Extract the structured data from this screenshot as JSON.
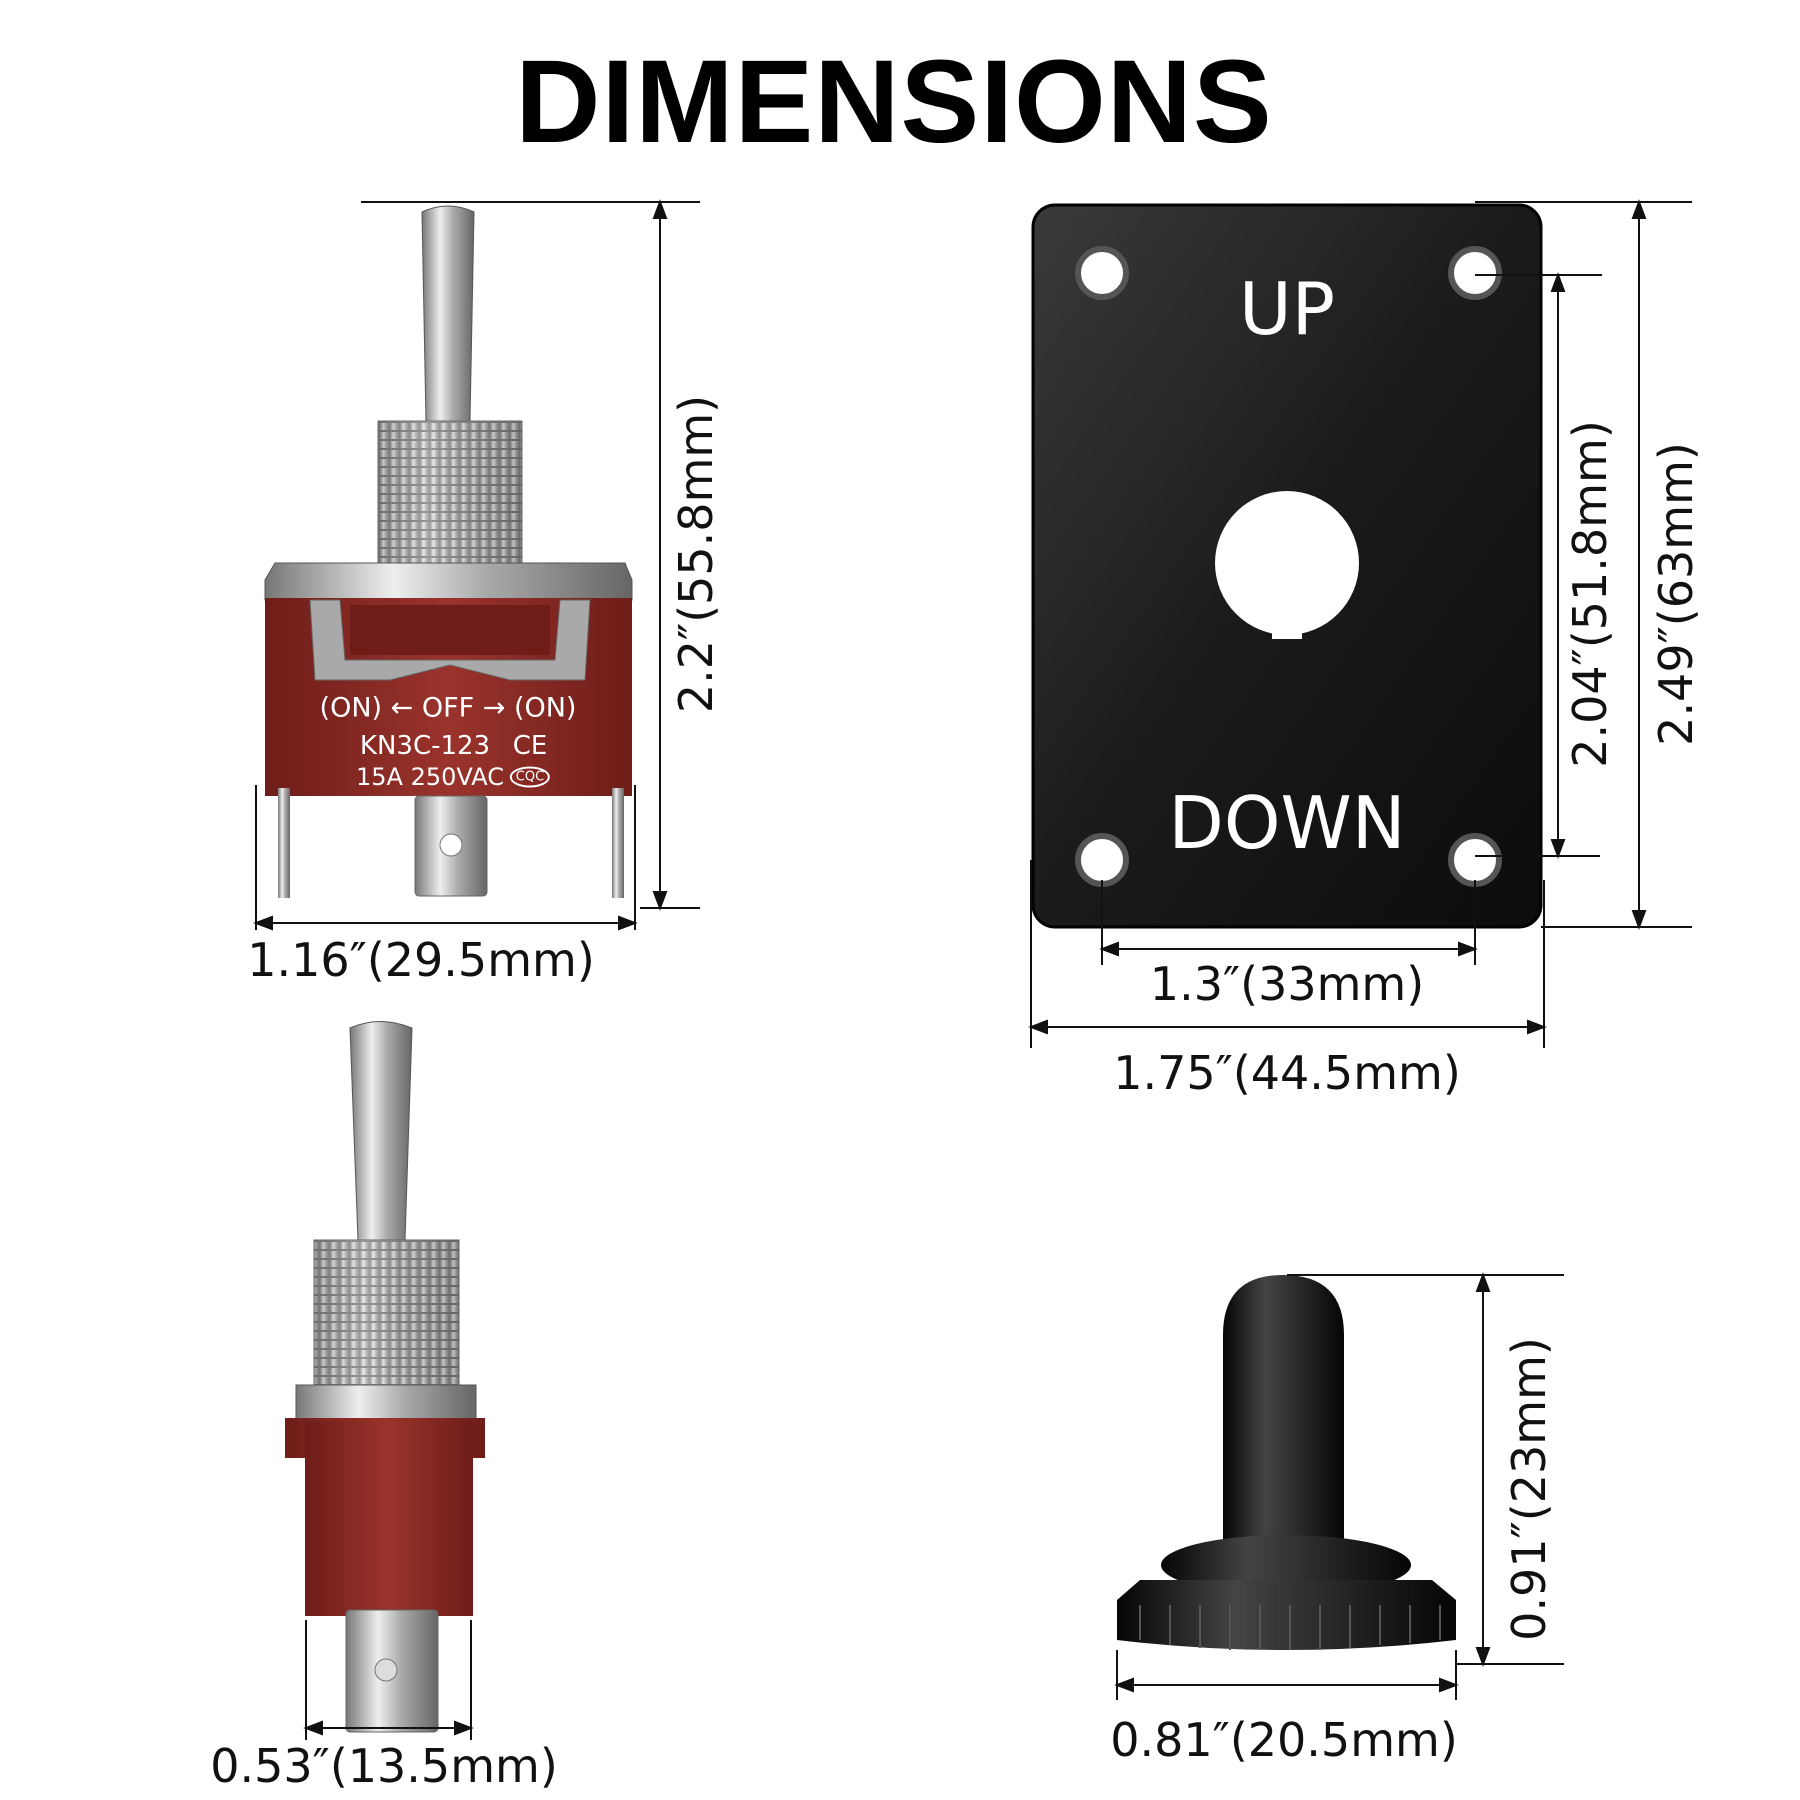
{
  "title": "DIMENSIONS",
  "switch_front": {
    "label_positions": "(ON) ← OFF → (ON)",
    "model": "KN3C-123",
    "rating": "15A  250VAC",
    "cert_mark": "CQC",
    "ce_mark": "CE",
    "height_dim": "2.2″(55.8mm)",
    "width_dim": "1.16″(29.5mm)"
  },
  "plate": {
    "up_label": "UP",
    "down_label": "DOWN",
    "hole_spacing_v": "2.04″(51.8mm)",
    "height_dim": "2.49″(63mm)",
    "hole_spacing_h": "1.3″(33mm)",
    "width_dim": "1.75″(44.5mm)"
  },
  "switch_side": {
    "width_dim": "0.53″(13.5mm)"
  },
  "boot": {
    "height_dim": "0.91″(23mm)",
    "width_dim": "0.81″(20.5mm)"
  },
  "colors": {
    "switch_body": "#8b2a24",
    "metal": "#b8b8b8",
    "plate": "#1c1c1c",
    "boot": "#141414"
  }
}
